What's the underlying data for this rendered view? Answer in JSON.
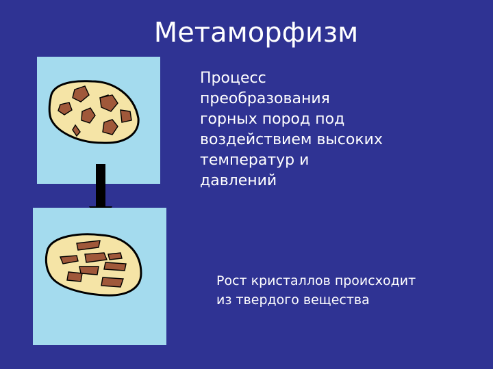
{
  "slide": {
    "title": "Метаморфизм",
    "description_lines": [
      "Процесс",
      "преобразования",
      "горных пород под",
      "воздействием высоких",
      "температур и",
      "давлений"
    ],
    "caption_lines": [
      "Рост кристаллов происходит",
      "из  твердого вещества"
    ]
  },
  "colors": {
    "background": "#2f3393",
    "panel": "#a4dbee",
    "rock": "#f5e4a6",
    "crystal": "#a0583a",
    "outline": "#000000",
    "text": "#ffffff"
  },
  "illustrations": {
    "before": "rock-with-rounded-crystals",
    "after": "rock-with-flattened-crystals",
    "arrow": "down-arrow-icon"
  }
}
